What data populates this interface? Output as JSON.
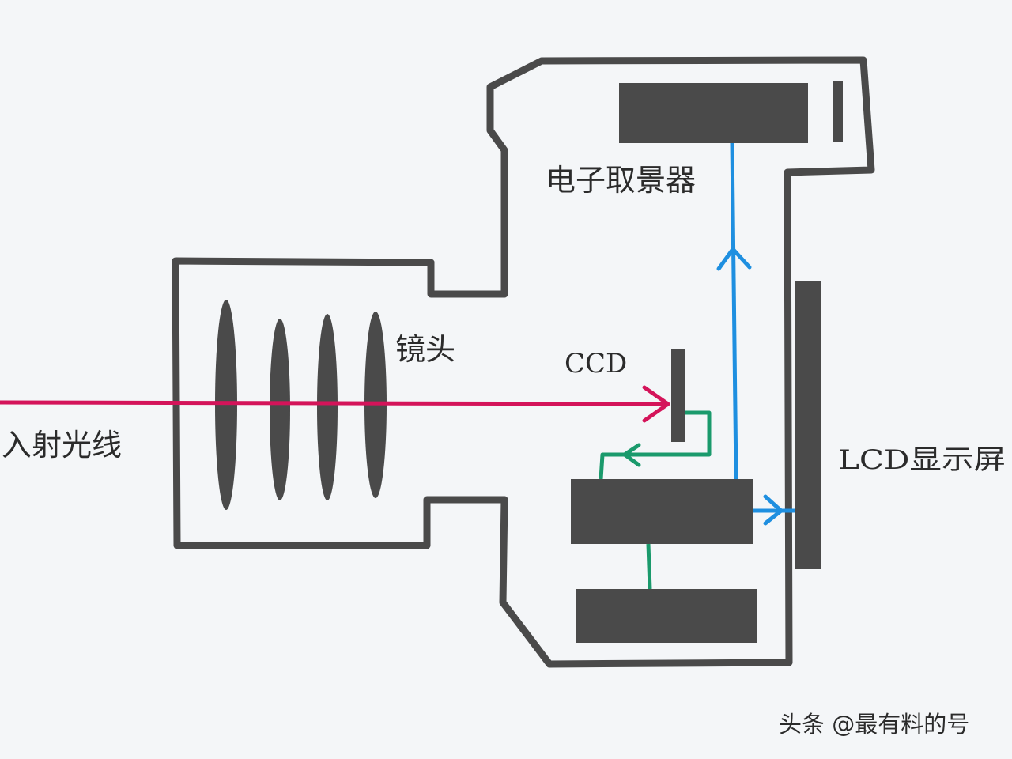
{
  "labels": {
    "lens": "镜头",
    "ccd": "CCD",
    "incident_light": "入射光线",
    "viewfinder": "电子取景器",
    "lcd": "LCD显示屏"
  },
  "watermark": "头条 @最有料的号",
  "colors": {
    "background": "#f4f6f8",
    "outline": "#4a4a4a",
    "component": "#4a4a4a",
    "light_ray": "#d4145a",
    "to_viewfinder": "#1e8fe0",
    "signal": "#1a9a6c"
  }
}
